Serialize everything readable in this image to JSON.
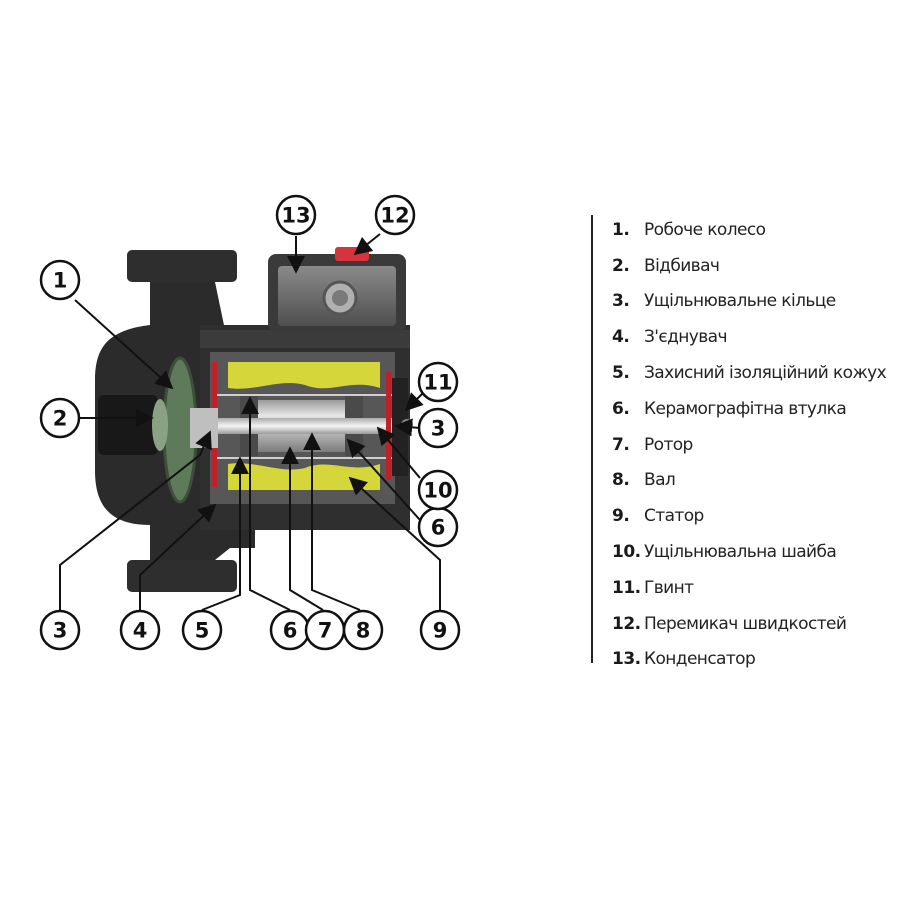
{
  "callouts": [
    {
      "id": "c1",
      "number": "1"
    },
    {
      "id": "c2",
      "number": "2"
    },
    {
      "id": "c3a",
      "number": "3"
    },
    {
      "id": "c3b",
      "number": "3"
    },
    {
      "id": "c4",
      "number": "4"
    },
    {
      "id": "c5",
      "number": "5"
    },
    {
      "id": "c6a",
      "number": "6"
    },
    {
      "id": "c6b",
      "number": "6"
    },
    {
      "id": "c7",
      "number": "7"
    },
    {
      "id": "c8",
      "number": "8"
    },
    {
      "id": "c9",
      "number": "9"
    },
    {
      "id": "c10",
      "number": "10"
    },
    {
      "id": "c11",
      "number": "11"
    },
    {
      "id": "c12",
      "number": "12"
    },
    {
      "id": "c13",
      "number": "13"
    }
  ],
  "legend": [
    {
      "number": "1.",
      "label": "Робоче колесо"
    },
    {
      "number": "2.",
      "label": "Відбивач"
    },
    {
      "number": "3.",
      "label": "Ущільнювальне кільце"
    },
    {
      "number": "4.",
      "label": "З'єднувач"
    },
    {
      "number": "5.",
      "label": "Захисний ізоляційний кожух"
    },
    {
      "number": "6.",
      "label": "Керамографітна втулка"
    },
    {
      "number": "7.",
      "label": "Ротор"
    },
    {
      "number": "8.",
      "label": "Вал"
    },
    {
      "number": "9.",
      "label": "Статор"
    },
    {
      "number": "10.",
      "label": "Ущільнювальна шайба"
    },
    {
      "number": "11.",
      "label": "Гвинт"
    },
    {
      "number": "12.",
      "label": "Перемикач швидкостей"
    },
    {
      "number": "13.",
      "label": "Конденсатор"
    }
  ],
  "colors": {
    "housing": "#2b2b2b",
    "stator": "#d4d63a",
    "impeller": "#5f7a5a",
    "seal": "#c0202a",
    "switch": "#d6333c",
    "capacitor": "#6a6a6a"
  }
}
